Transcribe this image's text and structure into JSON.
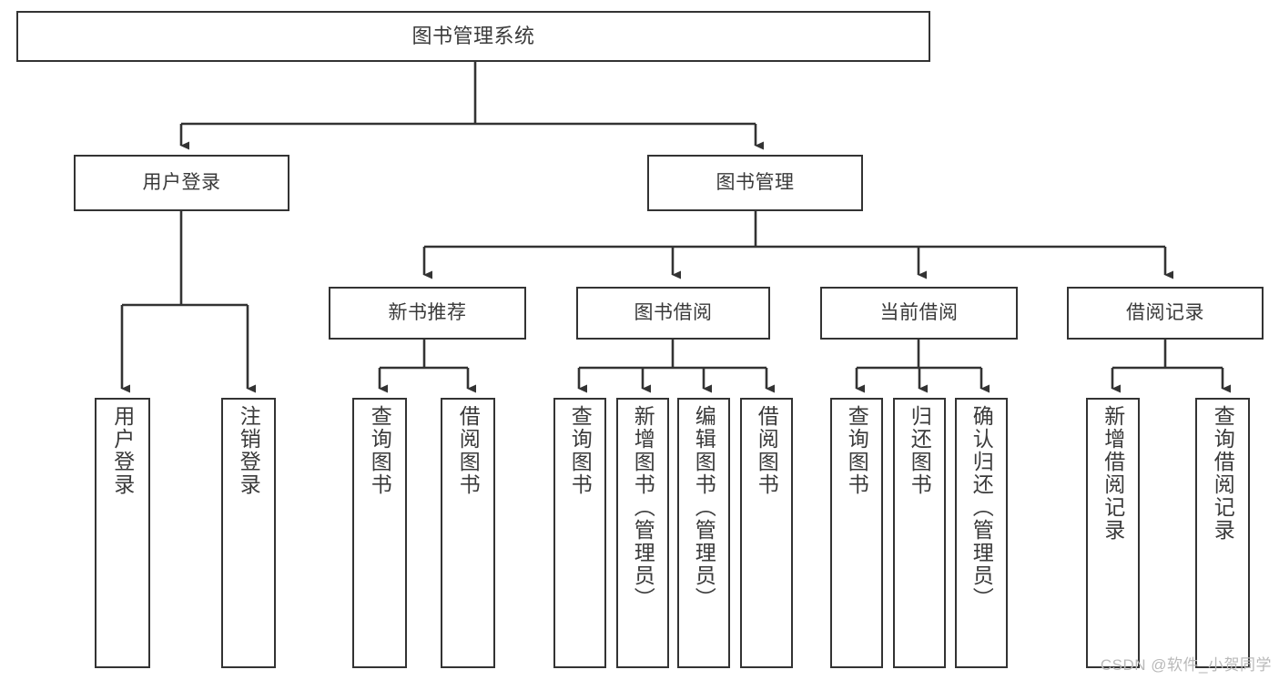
{
  "diagram": {
    "type": "tree",
    "title": "图书管理系统",
    "watermark": "CSDN @软件_小贺同学",
    "colors": {
      "line": "#333333",
      "box_border": "#333333",
      "text": "#3a3a3a",
      "background": "#ffffff",
      "watermark": "#b9b9b9"
    },
    "nodes": {
      "root": {
        "label": "图书管理系统"
      },
      "level2": [
        {
          "id": "user-login",
          "label": "用户登录"
        },
        {
          "id": "book-management",
          "label": "图书管理"
        }
      ],
      "level3": [
        {
          "id": "new-book-recommend",
          "label": "新书推荐"
        },
        {
          "id": "book-borrow",
          "label": "图书借阅"
        },
        {
          "id": "current-borrow",
          "label": "当前借阅"
        },
        {
          "id": "borrow-record",
          "label": "借阅记录"
        }
      ],
      "leaves": {
        "user_login": [
          {
            "id": "leaf-user-login",
            "label": "用户登录"
          },
          {
            "id": "leaf-logout-login",
            "label": "注销登录"
          }
        ],
        "new_book_recommend": [
          {
            "id": "leaf-query-book-1",
            "label": "查询图书"
          },
          {
            "id": "leaf-borrow-book-1",
            "label": "借阅图书"
          }
        ],
        "book_borrow": [
          {
            "id": "leaf-query-book-2",
            "label": "查询图书"
          },
          {
            "id": "leaf-add-book",
            "label": "新增图书（管理员）"
          },
          {
            "id": "leaf-edit-book",
            "label": "编辑图书（管理员）"
          },
          {
            "id": "leaf-borrow-book-2",
            "label": "借阅图书"
          }
        ],
        "current_borrow": [
          {
            "id": "leaf-query-book-3",
            "label": "查询图书"
          },
          {
            "id": "leaf-return-book",
            "label": "归还图书"
          },
          {
            "id": "leaf-confirm-return",
            "label": "确认归还（管理员）"
          }
        ],
        "borrow_record": [
          {
            "id": "leaf-add-record",
            "label": "新增借阅记录"
          },
          {
            "id": "leaf-query-record",
            "label": "查询借阅记录"
          }
        ]
      }
    }
  }
}
